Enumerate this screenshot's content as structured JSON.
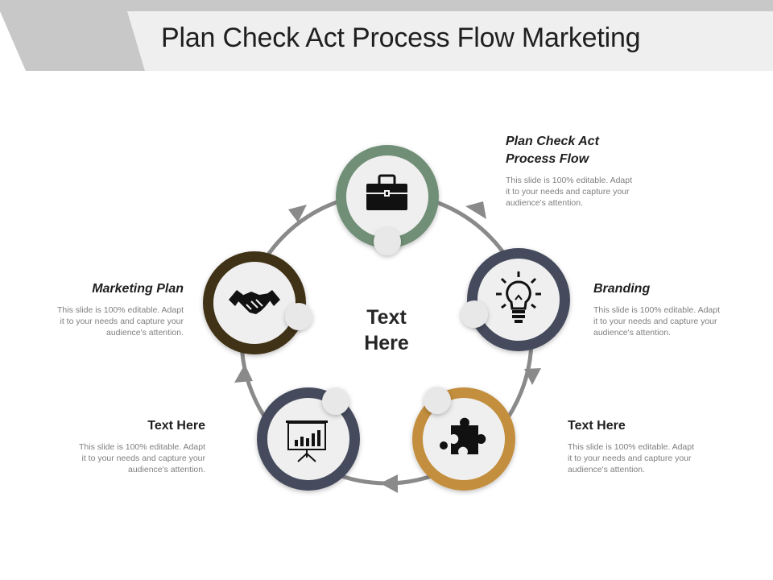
{
  "slide": {
    "title": "Plan Check Act Process Flow Marketing"
  },
  "diagram": {
    "center_label_line1": "Text",
    "center_label_line2": "Here",
    "nodes": [
      {
        "id": "top",
        "icon": "briefcase-icon",
        "ring_color": "#6f8f76"
      },
      {
        "id": "right",
        "icon": "light-bulb-icon",
        "ring_color": "#454b5d"
      },
      {
        "id": "bottom-right",
        "icon": "puzzle-piece-icon",
        "ring_color": "#c38e3d"
      },
      {
        "id": "bottom-left",
        "icon": "presentation-chart-icon",
        "ring_color": "#454b5d"
      },
      {
        "id": "left",
        "icon": "handshake-icon",
        "ring_color": "#3f3317"
      }
    ],
    "cycle_arrow_color": "#8a8a8a"
  },
  "blocks": {
    "top": {
      "heading_line1": "Plan Check Act",
      "heading_line2": "Process Flow",
      "body_line1": "This slide is 100% editable. Adapt",
      "body_line2": "it to your needs and capture your",
      "body_line3": "audience's attention."
    },
    "right": {
      "heading": "Branding",
      "body_line1": "This slide is 100% editable. Adapt",
      "body_line2": "it to your needs and capture your",
      "body_line3": "audience's attention."
    },
    "bottom_right": {
      "heading": "Text Here",
      "body_line1": "This slide is 100% editable. Adapt",
      "body_line2": "it to your needs and capture your",
      "body_line3": "audience's attention."
    },
    "bottom_left": {
      "heading": "Text Here",
      "body_line1": "This slide is 100% editable. Adapt",
      "body_line2": "it to your needs and capture your",
      "body_line3": "audience's attention."
    },
    "left": {
      "heading": "Marketing Plan",
      "body_line1": "This slide is 100% editable. Adapt",
      "body_line2": "it to your needs and capture your",
      "body_line3": "audience's attention."
    }
  }
}
